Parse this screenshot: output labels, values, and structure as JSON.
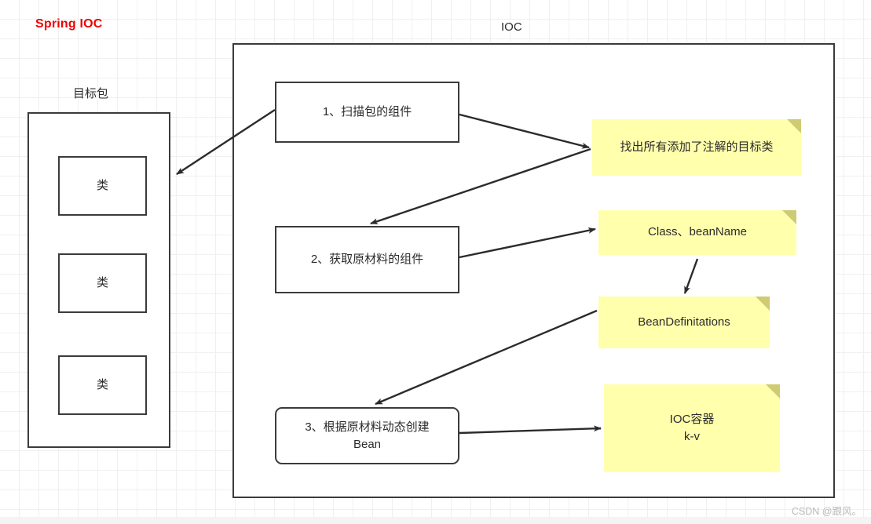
{
  "diagram": {
    "title_left": "Spring IOC",
    "title_center": "IOC",
    "target_package_label": "目标包",
    "accent_color": "#ef0000",
    "note_color": "#ffffac",
    "stroke_color": "#3b3b3b",
    "background": "#ffffff"
  },
  "target_package": {
    "classes": [
      {
        "label": "类"
      },
      {
        "label": "类"
      },
      {
        "label": "类"
      }
    ]
  },
  "steps": [
    {
      "label": "1、扫描包的组件"
    },
    {
      "label": "2、获取原材料的组件"
    },
    {
      "line1": "3、根据原材料动态创建",
      "line2": "Bean"
    }
  ],
  "notes": [
    {
      "label": "找出所有添加了注解的目标类"
    },
    {
      "label": "Class、beanName"
    },
    {
      "label": "BeanDefinitations"
    },
    {
      "line1": "IOC容器",
      "line2": "k-v"
    }
  ],
  "edges": [
    {
      "name": "step1-to-target-package",
      "from": "step-1",
      "to": "target-package"
    },
    {
      "name": "step1-to-note-annotated-classes",
      "from": "step-1",
      "to": "note-1"
    },
    {
      "name": "note-annotated-classes-to-step2",
      "from": "note-1",
      "to": "step-2"
    },
    {
      "name": "step2-to-note-class-beanname",
      "from": "step-2",
      "to": "note-2"
    },
    {
      "name": "note-class-beanname-to-note-beandefinitations",
      "from": "note-2",
      "to": "note-3"
    },
    {
      "name": "note-beandefinitations-to-step3",
      "from": "note-3",
      "to": "step-3"
    },
    {
      "name": "step3-to-note-ioc-container",
      "from": "step-3",
      "to": "note-4"
    }
  ],
  "watermark": {
    "text": "CSDN @跟风。"
  }
}
